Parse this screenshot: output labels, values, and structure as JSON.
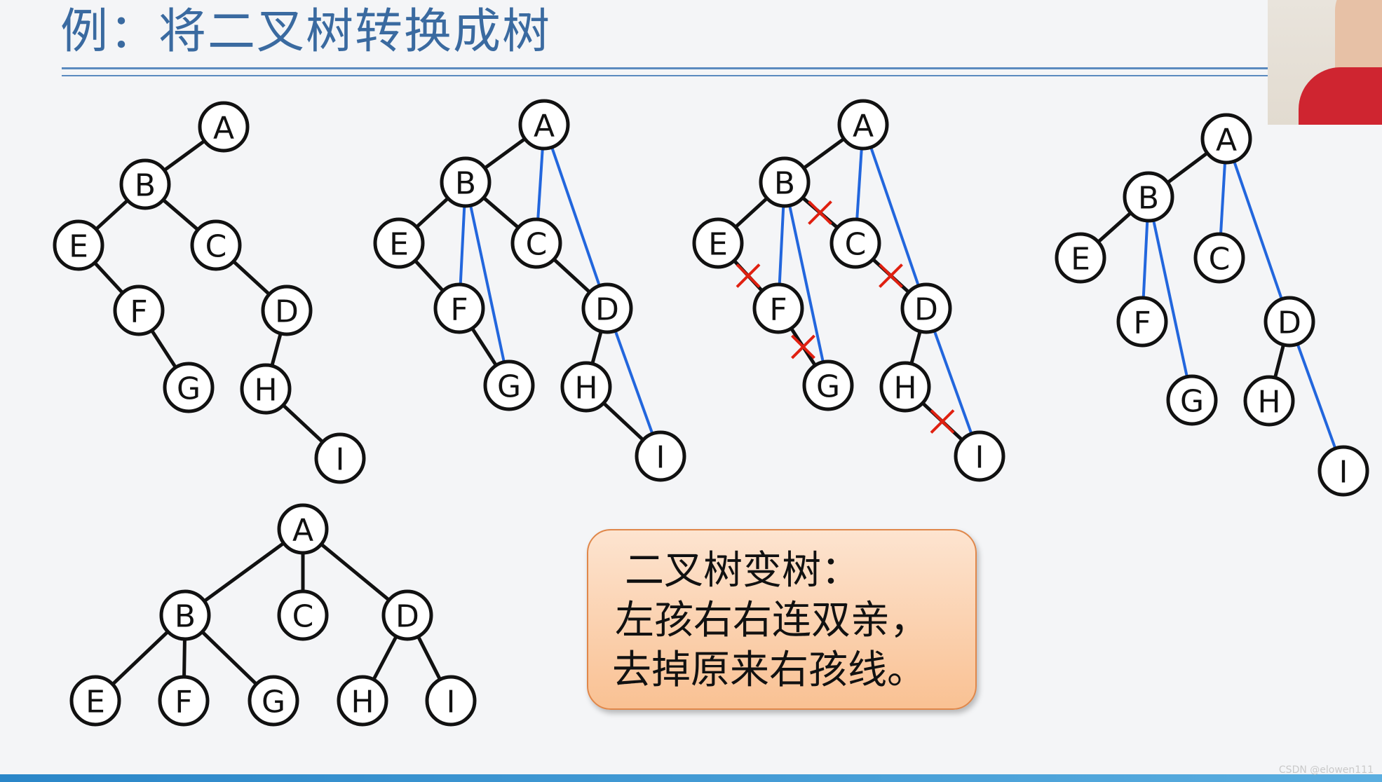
{
  "title": "例：将二叉树转换成树",
  "nodes": [
    "A",
    "B",
    "C",
    "D",
    "E",
    "F",
    "G",
    "H",
    "I"
  ],
  "note": {
    "line1": "二叉树变树：",
    "line2": "左孩右右连双亲，",
    "line3": "去掉原来右孩线。"
  },
  "watermark": "CSDN @elowen111",
  "colors": {
    "title": "#3a6aa0",
    "added_parent_link": "#2266dd",
    "removed_link_mark": "#e02010",
    "note_fill": "#f9c193"
  }
}
